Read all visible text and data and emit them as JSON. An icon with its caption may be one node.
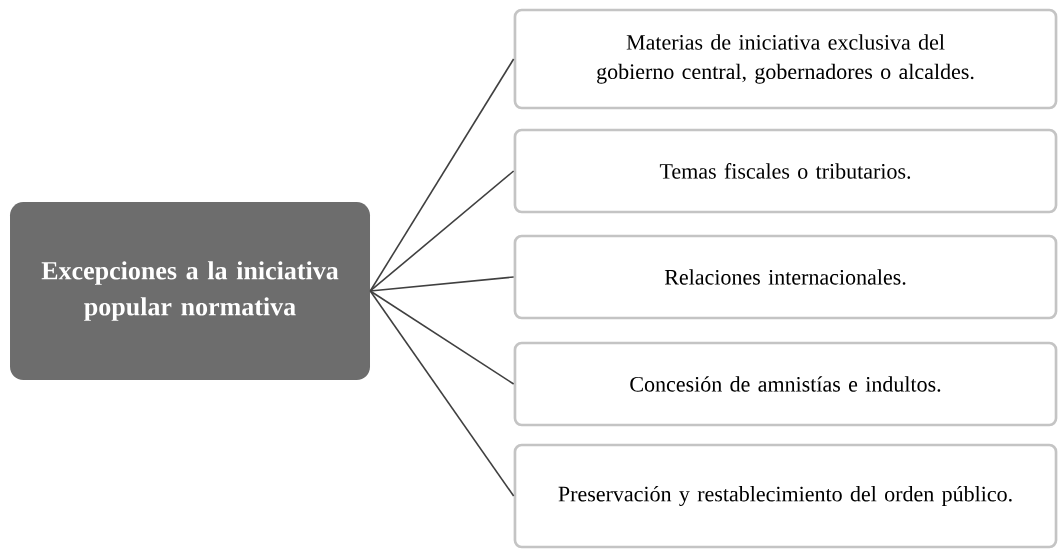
{
  "diagram": {
    "nodes": [
      {
        "text": [
          "Excepciones a la iniciativa popular normativa"
        ]
      },
      {
        "text": [
          "Materias de iniciativa exclusiva del gobierno central, gobernadores o alcaldes."
        ]
      },
      {
        "text": [
          "Temas fiscales o tributarios."
        ]
      },
      {
        "text": [
          "Relaciones internacionales."
        ]
      },
      {
        "text": [
          "Concesión de amnistías e indultos."
        ]
      },
      {
        "text": [
          "Preservación y restablecimiento del orden público."
        ]
      }
    ],
    "edges": [
      {
        "from": 0,
        "to": 1,
        "arrow": "none"
      },
      {
        "from": 0,
        "to": 2,
        "arrow": "none"
      },
      {
        "from": 0,
        "to": 3,
        "arrow": "none"
      },
      {
        "from": 0,
        "to": 4,
        "arrow": "none"
      },
      {
        "from": 0,
        "to": 5,
        "arrow": "none"
      }
    ]
  }
}
